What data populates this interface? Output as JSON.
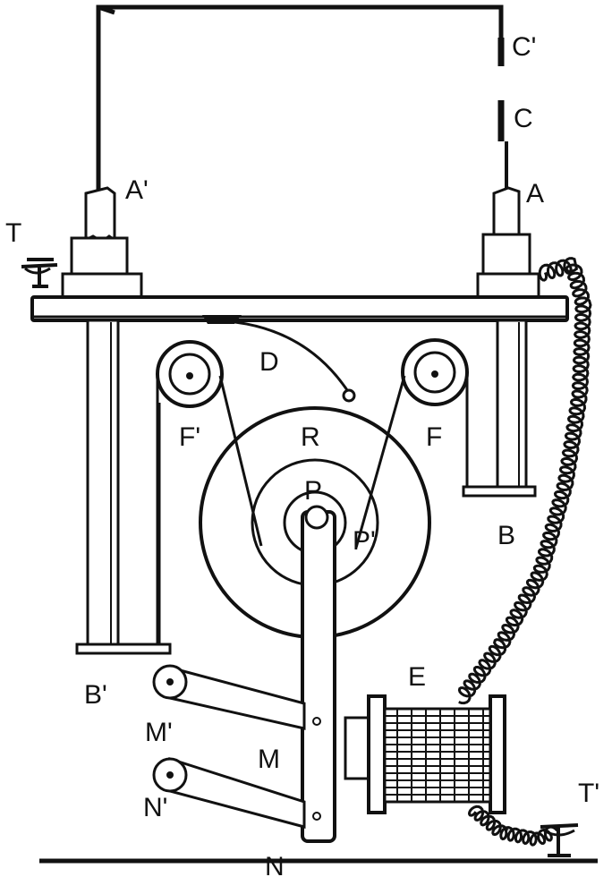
{
  "labels": {
    "c_prime": "C'",
    "c": "C",
    "a_prime": "A'",
    "a": "A",
    "t": "T",
    "d": "D",
    "f_prime": "F'",
    "f": "F",
    "r": "R",
    "p": "P",
    "p_prime": "P'",
    "b": "B",
    "b_prime": "B'",
    "e": "E",
    "m_prime": "M'",
    "m": "M",
    "n_prime": "N'",
    "n": "N",
    "t_prime": "T'"
  }
}
